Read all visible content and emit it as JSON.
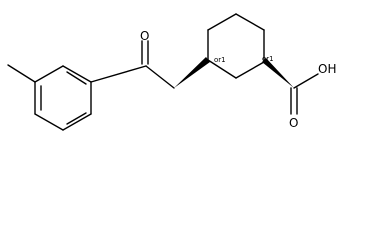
{
  "molecule": {
    "atoms": {
      "ketone_oxygen": "O",
      "hydroxyl": "OH",
      "carbonyl_oxygen": "O"
    },
    "stereo_labels": {
      "left": "or1",
      "right": "or1"
    }
  },
  "colors": {
    "bond": "#000000",
    "background": "#ffffff"
  }
}
